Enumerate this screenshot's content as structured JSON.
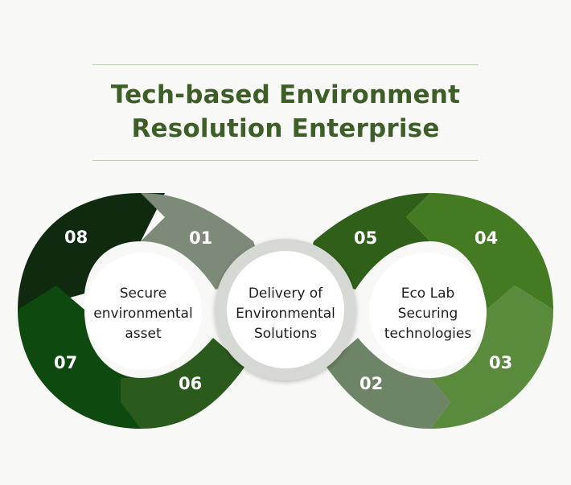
{
  "title": {
    "line1": "Tech-based Environment",
    "line2": "Resolution Enterprise"
  },
  "segments": [
    {
      "number": "01",
      "color": "#7e8a79"
    },
    {
      "number": "02",
      "color": "#6e8466"
    },
    {
      "number": "03",
      "color": "#5a8a3c"
    },
    {
      "number": "04",
      "color": "#447a22"
    },
    {
      "number": "05",
      "color": "#2f5f18"
    },
    {
      "number": "06",
      "color": "#2a5a1c"
    },
    {
      "number": "07",
      "color": "#0e4a10"
    },
    {
      "number": "08",
      "color": "#0f2a0f"
    }
  ],
  "left_circle": {
    "line1": "Secure",
    "line2": "environmental",
    "line3": "asset"
  },
  "center_circle": {
    "line1": "Delivery of",
    "line2": "Environmental",
    "line3": "Solutions"
  },
  "right_circle": {
    "line1": "Eco Lab",
    "line2": "Securing",
    "line3": "technologies"
  }
}
